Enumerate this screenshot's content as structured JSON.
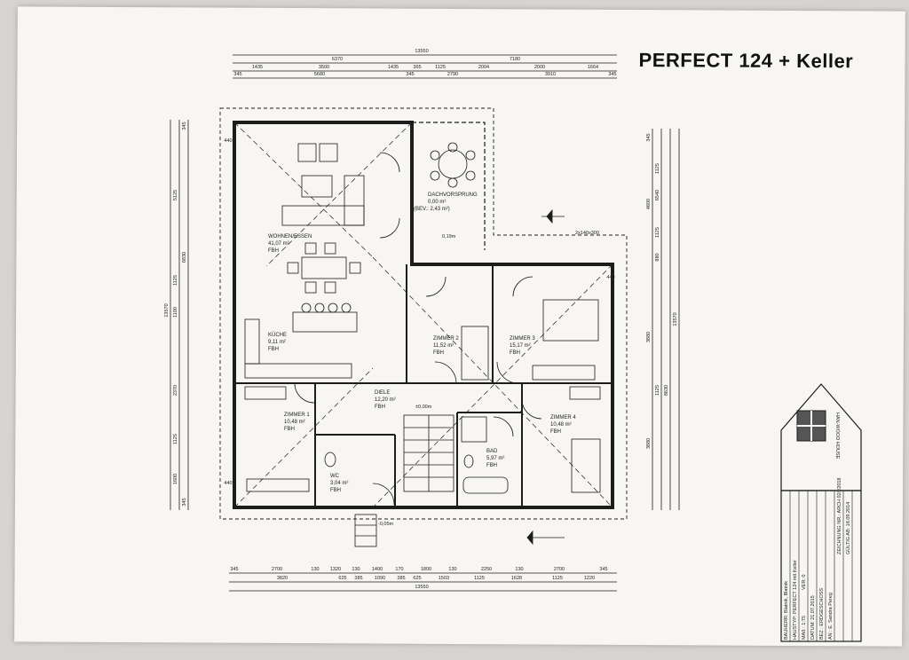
{
  "header": {
    "title": "PERFECT 124  + Keller"
  },
  "dimensions": {
    "top": [
      "13550",
      "6370",
      "7180",
      "1435",
      "3500",
      "1435",
      "365",
      "1125",
      "2004",
      "2000",
      "1664",
      "345",
      "5680",
      "345",
      "2790",
      "3910",
      "345"
    ],
    "bottom": [
      "345",
      "2700",
      "130",
      "1320",
      "130",
      "1400",
      "170",
      "1800",
      "130",
      "2250",
      "130",
      "2700",
      "345",
      "3820",
      "625",
      "385",
      "1090",
      "385",
      "625",
      "1503",
      "1125",
      "1628",
      "1125",
      "1220",
      "13550"
    ],
    "left": [
      "13570",
      "5125",
      "6830",
      "1125",
      "1100",
      "2370",
      "1125",
      "1600",
      "440",
      "440",
      "345",
      "345"
    ],
    "right": [
      "4600",
      "6540",
      "1125",
      "1125",
      "880",
      "3880",
      "1125",
      "8630",
      "13570",
      "3880",
      "345",
      "440"
    ],
    "extras": [
      "2x140x300",
      "0,19m",
      "±0,00m",
      "-0,05m"
    ]
  },
  "rooms": [
    {
      "name": "WOHNEN/ESSEN",
      "area": "41,07 m²",
      "note": "FBH"
    },
    {
      "name": "DACHVORSPRUNG",
      "area": "0,00 m²",
      "note": "(BEV.: 2,43 m²)"
    },
    {
      "name": "KÜCHE",
      "area": "9,11 m²",
      "note": "FBH"
    },
    {
      "name": "ZIMMER 2",
      "area": "11,52 m²",
      "note": "FBH"
    },
    {
      "name": "ZIMMER 3",
      "area": "15,17 m²",
      "note": "FBH"
    },
    {
      "name": "DIELE",
      "area": "12,20 m²",
      "note": "FBH"
    },
    {
      "name": "ZIMMER 1",
      "area": "10,48 m²",
      "note": "FBH"
    },
    {
      "name": "ZIMMER 4",
      "area": "10,48 m²",
      "note": "FBH"
    },
    {
      "name": "WC",
      "area": "3,04 m²",
      "note": "FBH"
    },
    {
      "name": "BAD",
      "area": "5,97 m²",
      "note": "FBH"
    }
  ],
  "titleblock": {
    "bauherr": "BAUHERR: Blatnik, Blatnik",
    "haustyp": "HAUSTYP: PERFECT 124 mit Keller",
    "mass": "MAß : 1:75",
    "ver": "VER: 0",
    "datum": "DATUM: 21.07.2015",
    "geschoss": "BEZ : ERDGESCHOSS",
    "name": "AN : E. Sandra Pereg",
    "zeichnung": "ZEICHNUNG NR.: ARCH 02/   /2018",
    "gueltig": "GÜLTIG AB: 18.09.2014",
    "logo_text": "HAN-WOOD HOUSE"
  },
  "colors": {
    "line": "#1c1c1c",
    "paper": "#f7f6f3",
    "background": "#d6d4d0"
  }
}
